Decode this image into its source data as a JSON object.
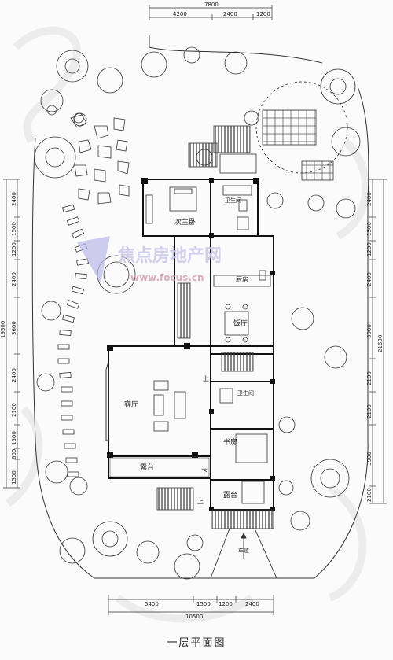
{
  "plan": {
    "title": "一层平面图",
    "rooms": {
      "second_master": "次主卧",
      "bath_top": "卫生间",
      "kitchen": "厨房",
      "dining": "饭厅",
      "living": "客厅",
      "bath_mid": "卫生间",
      "study": "书房",
      "terrace_left": "露台",
      "terrace_right": "露台",
      "driveway": "车道",
      "up_1": "上",
      "up_2": "上",
      "down_1": "下"
    },
    "dims_top": {
      "total": "7800",
      "a": "4200",
      "b": "2400",
      "c": "1200"
    },
    "dims_bottom": {
      "a": "5400",
      "b": "1500",
      "c": "1200",
      "d": "2400",
      "total": "10500"
    },
    "dims_left": {
      "total": "19500",
      "a": "2400",
      "b": "1500",
      "c": "1200",
      "d": "2400",
      "e": "3600",
      "f": "2400",
      "g": "2100",
      "h": "1500",
      "i": "600",
      "j": "1500"
    },
    "dims_right": {
      "total": "21600",
      "a": "2400",
      "b": "1500",
      "c": "1200",
      "d": "2400",
      "e": "3900",
      "f": "2100",
      "g": "2100",
      "h": "3900",
      "i": "2100"
    },
    "watermark": {
      "main": "焦点房地产网",
      "url": "www.focus.cn"
    }
  }
}
